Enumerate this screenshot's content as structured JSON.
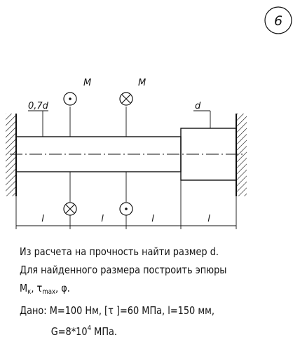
{
  "problem_number": "6",
  "diagram": {
    "moment_top_left": "M",
    "moment_top_right": "M",
    "dim_left_diameter": "0,7d",
    "dim_right_diameter": "d",
    "segment_1": "l",
    "segment_2": "l",
    "segment_3": "l",
    "segment_4": "l"
  },
  "task": {
    "line1": "Из расчета на прочность найти размер d.",
    "line2": "Для найденного размера построить эпюры",
    "line3_Mk_base": "M",
    "line3_Mk_sub": "к",
    "line3_sep1": ", ",
    "line3_tau": "τ",
    "line3_tau_sub": "max",
    "line3_sep2": ", φ.",
    "line4": "Дано: M=100 Нм, [τ ]=60 МПа, l=150 мм,",
    "line5_prefix": "G=8*10",
    "line5_exp": "4",
    "line5_suffix": " МПа."
  }
}
